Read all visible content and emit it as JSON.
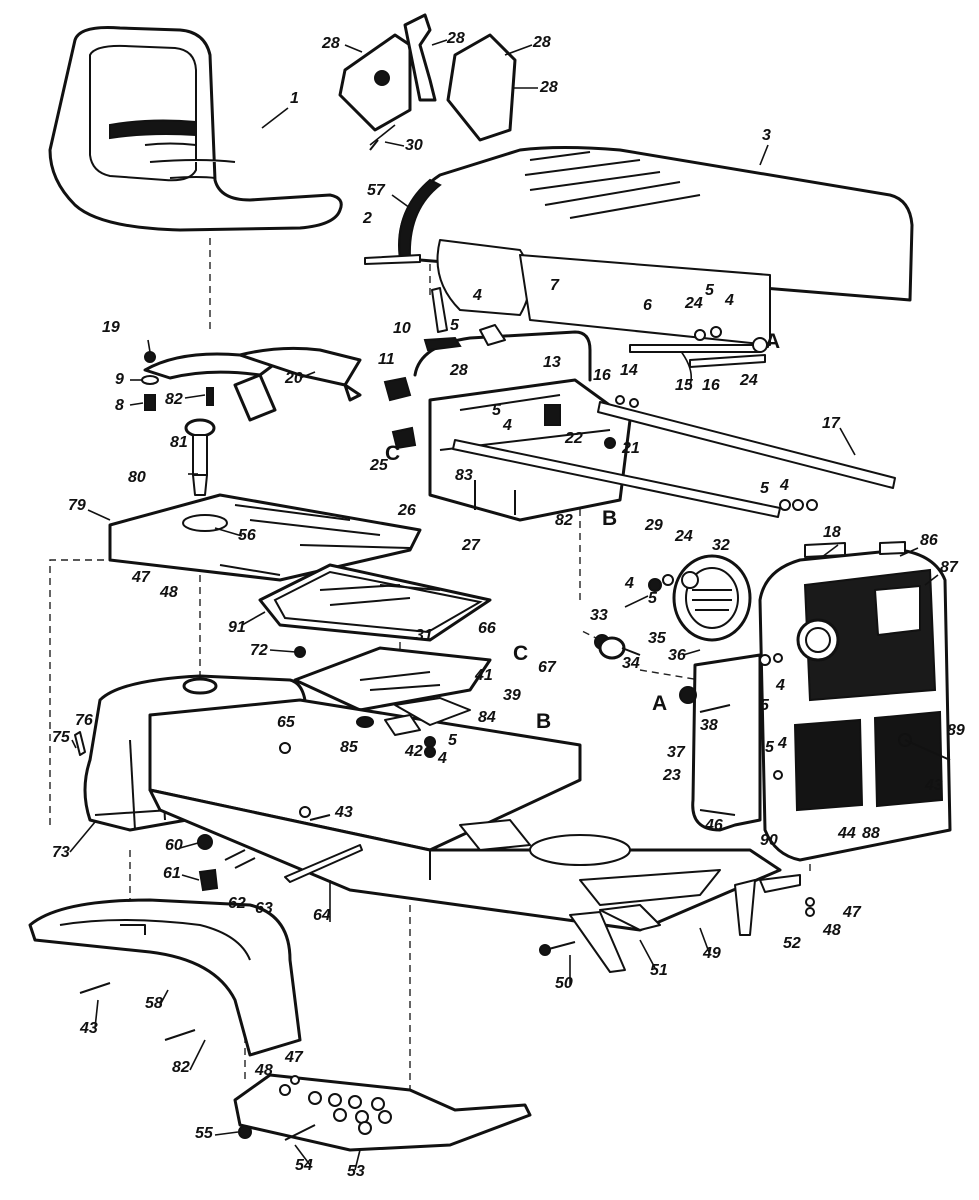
{
  "refs": [
    "A",
    "B",
    "C"
  ],
  "callouts": [
    {
      "id": "c1",
      "label": "1"
    },
    {
      "id": "c28a",
      "label": "28"
    },
    {
      "id": "c28b",
      "label": "28"
    },
    {
      "id": "c28c",
      "label": "28"
    },
    {
      "id": "c28d",
      "label": "28"
    },
    {
      "id": "c30",
      "label": "30"
    },
    {
      "id": "c3",
      "label": "3"
    },
    {
      "id": "c57",
      "label": "57"
    },
    {
      "id": "c2",
      "label": "2"
    },
    {
      "id": "c7",
      "label": "7"
    },
    {
      "id": "c4a",
      "label": "4"
    },
    {
      "id": "c10",
      "label": "10"
    },
    {
      "id": "c5a",
      "label": "5"
    },
    {
      "id": "c6",
      "label": "6"
    },
    {
      "id": "c24a",
      "label": "24"
    },
    {
      "id": "c5b",
      "label": "5"
    },
    {
      "id": "c4b",
      "label": "4"
    },
    {
      "id": "c24b",
      "label": "24"
    },
    {
      "id": "c15",
      "label": "15"
    },
    {
      "id": "c16a",
      "label": "16"
    },
    {
      "id": "c16b",
      "label": "16"
    },
    {
      "id": "c14",
      "label": "14"
    },
    {
      "id": "c19",
      "label": "19"
    },
    {
      "id": "c9",
      "label": "9"
    },
    {
      "id": "c8",
      "label": "8"
    },
    {
      "id": "c82a",
      "label": "82"
    },
    {
      "id": "c20",
      "label": "20"
    },
    {
      "id": "c11",
      "label": "11"
    },
    {
      "id": "c28e",
      "label": "28"
    },
    {
      "id": "c13",
      "label": "13"
    },
    {
      "id": "c5c",
      "label": "5"
    },
    {
      "id": "c4c",
      "label": "4"
    },
    {
      "id": "c22",
      "label": "22"
    },
    {
      "id": "c21",
      "label": "21"
    },
    {
      "id": "c17",
      "label": "17"
    },
    {
      "id": "c81",
      "label": "81"
    },
    {
      "id": "c25",
      "label": "25"
    },
    {
      "id": "c83",
      "label": "83"
    },
    {
      "id": "c26",
      "label": "26"
    },
    {
      "id": "c82b",
      "label": "82"
    },
    {
      "id": "c29",
      "label": "29"
    },
    {
      "id": "c27",
      "label": "27"
    },
    {
      "id": "c5d",
      "label": "5"
    },
    {
      "id": "c4d",
      "label": "4"
    },
    {
      "id": "c18",
      "label": "18"
    },
    {
      "id": "c86",
      "label": "86"
    },
    {
      "id": "c87",
      "label": "87"
    },
    {
      "id": "c80",
      "label": "80"
    },
    {
      "id": "c79",
      "label": "79"
    },
    {
      "id": "c56",
      "label": "56"
    },
    {
      "id": "c47a",
      "label": "47"
    },
    {
      "id": "c48a",
      "label": "48"
    },
    {
      "id": "c24c",
      "label": "24"
    },
    {
      "id": "c32",
      "label": "32"
    },
    {
      "id": "c4e",
      "label": "4"
    },
    {
      "id": "c5e",
      "label": "5"
    },
    {
      "id": "c35",
      "label": "35"
    },
    {
      "id": "c91",
      "label": "91"
    },
    {
      "id": "c31",
      "label": "31"
    },
    {
      "id": "c66",
      "label": "66"
    },
    {
      "id": "c33",
      "label": "33"
    },
    {
      "id": "c34",
      "label": "34"
    },
    {
      "id": "c36",
      "label": "36"
    },
    {
      "id": "c72",
      "label": "72"
    },
    {
      "id": "c67",
      "label": "67"
    },
    {
      "id": "c41",
      "label": "41"
    },
    {
      "id": "c39",
      "label": "39"
    },
    {
      "id": "c84",
      "label": "84"
    },
    {
      "id": "c38",
      "label": "38"
    },
    {
      "id": "c5f",
      "label": "5"
    },
    {
      "id": "c4f",
      "label": "4"
    },
    {
      "id": "c37",
      "label": "37"
    },
    {
      "id": "c76",
      "label": "76"
    },
    {
      "id": "c65",
      "label": "65"
    },
    {
      "id": "c85",
      "label": "85"
    },
    {
      "id": "c42",
      "label": "42"
    },
    {
      "id": "c5g",
      "label": "5"
    },
    {
      "id": "c4g",
      "label": "4"
    },
    {
      "id": "c75",
      "label": "75"
    },
    {
      "id": "c23",
      "label": "23"
    },
    {
      "id": "c5h",
      "label": "5"
    },
    {
      "id": "c4h",
      "label": "4"
    },
    {
      "id": "c89",
      "label": "89"
    },
    {
      "id": "c43a",
      "label": "43"
    },
    {
      "id": "c46",
      "label": "46"
    },
    {
      "id": "c90",
      "label": "90"
    },
    {
      "id": "c44",
      "label": "44"
    },
    {
      "id": "c88",
      "label": "88"
    },
    {
      "id": "c43b",
      "label": "43"
    },
    {
      "id": "c73",
      "label": "73"
    },
    {
      "id": "c60",
      "label": "60"
    },
    {
      "id": "c61",
      "label": "61"
    },
    {
      "id": "c62",
      "label": "62"
    },
    {
      "id": "c63",
      "label": "63"
    },
    {
      "id": "c64",
      "label": "64"
    },
    {
      "id": "c47b",
      "label": "47"
    },
    {
      "id": "c48b",
      "label": "48"
    },
    {
      "id": "c52",
      "label": "52"
    },
    {
      "id": "c49",
      "label": "49"
    },
    {
      "id": "c51",
      "label": "51"
    },
    {
      "id": "c50",
      "label": "50"
    },
    {
      "id": "c43c",
      "label": "43"
    },
    {
      "id": "c58",
      "label": "58"
    },
    {
      "id": "c82c",
      "label": "82"
    },
    {
      "id": "c47c",
      "label": "47"
    },
    {
      "id": "c48c",
      "label": "48"
    },
    {
      "id": "c55",
      "label": "55"
    },
    {
      "id": "c54",
      "label": "54"
    },
    {
      "id": "c53",
      "label": "53"
    }
  ]
}
